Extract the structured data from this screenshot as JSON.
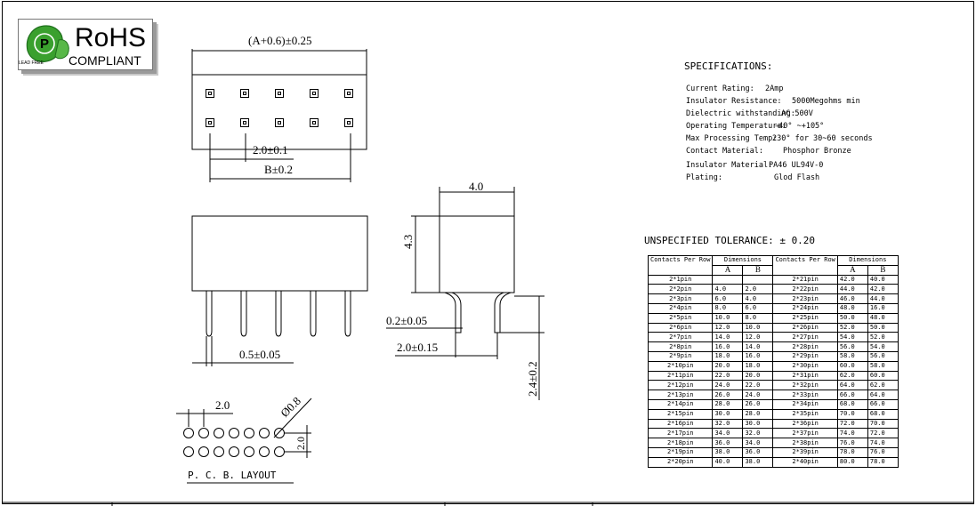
{
  "logo": {
    "icon_letter": "P",
    "lead_free": "LEAD FREE",
    "title": "RoHS",
    "subtitle": "COMPLIANT",
    "colors": {
      "leaf": "#3aa02e",
      "leaf_dark": "#1e6f1c",
      "plate_shadow": "#9a9a9a"
    }
  },
  "top_view": {
    "dim_overall": "(A+0.6)±0.25",
    "dim_pitch": "2.0±0.1",
    "dim_b": "B±0.2"
  },
  "front_view": {
    "dim_pin_width": "0.5±0.05"
  },
  "side_view": {
    "dim_width": "4.0",
    "dim_height": "4.3",
    "dim_pin_thickness": "0.2±0.05",
    "dim_row_spacing": "2.0±0.15",
    "dim_pin_length": "2.4±0.2"
  },
  "pcb": {
    "dim_pitch": "2.0",
    "dim_hole": "Ø0.8",
    "dim_row": "2.0",
    "label": "P. C. B.  LAYOUT"
  },
  "specifications": {
    "title": "SPECIFICATIONS:",
    "rows": [
      {
        "label": "Current Rating:",
        "value": "2Amp"
      },
      {
        "label": "Insulator Resistance:",
        "value": "5000Megohms min"
      },
      {
        "label": "Dielectric withstanding:",
        "value": "AC 500V"
      },
      {
        "label": "Operating Temperature:",
        "value": "-40° ~+105°"
      },
      {
        "label": "Max  Processing Temp:",
        "value": "230° for 30~60 seconds"
      },
      {
        "label": "Contact  Material:",
        "value": "Phosphor Bronze"
      },
      {
        "label": "Insulator Material:",
        "value": "PA46 UL94V-0"
      },
      {
        "label": "Plating:",
        "value": "Glod  Flash"
      }
    ]
  },
  "tolerance": {
    "label": "UNSPECIFIED   TOLERANCE:  ± 0.20"
  },
  "table": {
    "h_contacts": "Contacts Per Row",
    "h_dimensions": "Dimensions",
    "h_a": "A",
    "h_b": "B",
    "rows": [
      [
        "2*1pin",
        "",
        "",
        "2*21pin",
        "42.0",
        "40.0"
      ],
      [
        "2*2pin",
        "4.0",
        "2.0",
        "2*22pin",
        "44.0",
        "42.0"
      ],
      [
        "2*3pin",
        "6.0",
        "4.0",
        "2*23pin",
        "46.0",
        "44.0"
      ],
      [
        "2*4pin",
        "8.0",
        "6.0",
        "2*24pin",
        "48.0",
        "16.0"
      ],
      [
        "2*5pin",
        "10.0",
        "8.0",
        "2*25pin",
        "50.0",
        "48.0"
      ],
      [
        "2*6pin",
        "12.0",
        "10.0",
        "2*26pin",
        "52.0",
        "50.0"
      ],
      [
        "2*7pin",
        "14.0",
        "12.0",
        "2*27pin",
        "54.0",
        "52.0"
      ],
      [
        "2*8pin",
        "16.0",
        "14.0",
        "2*28pin",
        "56.0",
        "54.0"
      ],
      [
        "2*9pin",
        "18.0",
        "16.0",
        "2*29pin",
        "58.0",
        "56.0"
      ],
      [
        "2*10pin",
        "20.0",
        "18.0",
        "2*30pin",
        "60.0",
        "58.0"
      ],
      [
        "2*11pin",
        "22.0",
        "20.0",
        "2*31pin",
        "62.0",
        "60.0"
      ],
      [
        "2*12pin",
        "24.0",
        "22.0",
        "2*32pin",
        "64.0",
        "62.0"
      ],
      [
        "2*13pin",
        "26.0",
        "24.0",
        "2*33pin",
        "66.0",
        "64.0"
      ],
      [
        "2*14pin",
        "28.0",
        "26.0",
        "2*34pin",
        "68.0",
        "66.0"
      ],
      [
        "2*15pin",
        "30.0",
        "28.0",
        "2*35pin",
        "70.0",
        "68.0"
      ],
      [
        "2*16pin",
        "32.0",
        "30.0",
        "2*36pin",
        "72.0",
        "70.0"
      ],
      [
        "2*17pin",
        "34.0",
        "32.0",
        "2*37pin",
        "74.0",
        "72.0"
      ],
      [
        "2*18pin",
        "36.0",
        "34.0",
        "2*38pin",
        "76.0",
        "74.0"
      ],
      [
        "2*19pin",
        "38.0",
        "36.0",
        "2*39pin",
        "78.0",
        "76.0"
      ],
      [
        "2*20pin",
        "40.0",
        "38.0",
        "2*40pin",
        "80.0",
        "78.0"
      ]
    ]
  }
}
